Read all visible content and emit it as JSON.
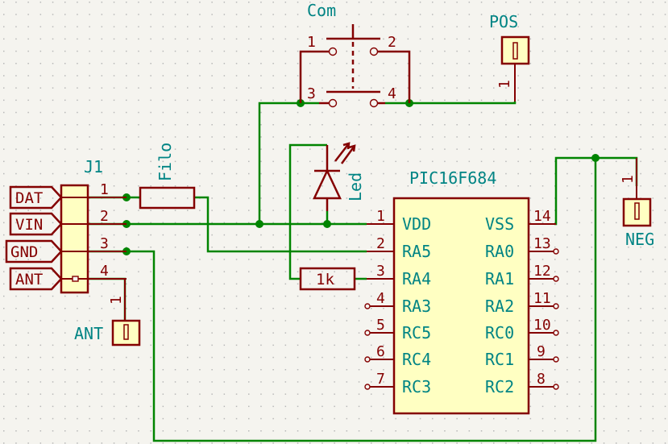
{
  "colors": {
    "background": "#f5f4ef",
    "grid": "#b8b8b8",
    "wire": "#008400",
    "component": "#840000",
    "text": "#008484",
    "body_fill": "#ffffc2"
  },
  "switch": {
    "ref": "Com",
    "pin1": "1",
    "pin2": "2",
    "pin3": "3",
    "pin4": "4"
  },
  "pos": {
    "label": "POS",
    "pin": "1"
  },
  "neg": {
    "label": "NEG",
    "pin": "1"
  },
  "ant": {
    "label": "ANT",
    "pin": "1"
  },
  "connector": {
    "ref": "J1",
    "ports": [
      "DAT",
      "VIN",
      "GND",
      "ANT"
    ],
    "pins": [
      "1",
      "2",
      "3",
      "4"
    ]
  },
  "filo": {
    "label": "Filo"
  },
  "led": {
    "label": "Led"
  },
  "resistor": {
    "value": "1k"
  },
  "mcu": {
    "name": "PIC16F684",
    "left_pins": [
      {
        "num": "1",
        "name": "VDD"
      },
      {
        "num": "2",
        "name": "RA5"
      },
      {
        "num": "3",
        "name": "RA4"
      },
      {
        "num": "4",
        "name": "RA3"
      },
      {
        "num": "5",
        "name": "RC5"
      },
      {
        "num": "6",
        "name": "RC4"
      },
      {
        "num": "7",
        "name": "RC3"
      }
    ],
    "right_pins": [
      {
        "num": "14",
        "name": "VSS"
      },
      {
        "num": "13",
        "name": "RA0"
      },
      {
        "num": "12",
        "name": "RA1"
      },
      {
        "num": "11",
        "name": "RA2"
      },
      {
        "num": "10",
        "name": "RC0"
      },
      {
        "num": "9",
        "name": "RC1"
      },
      {
        "num": "8",
        "name": "RC2"
      }
    ]
  }
}
